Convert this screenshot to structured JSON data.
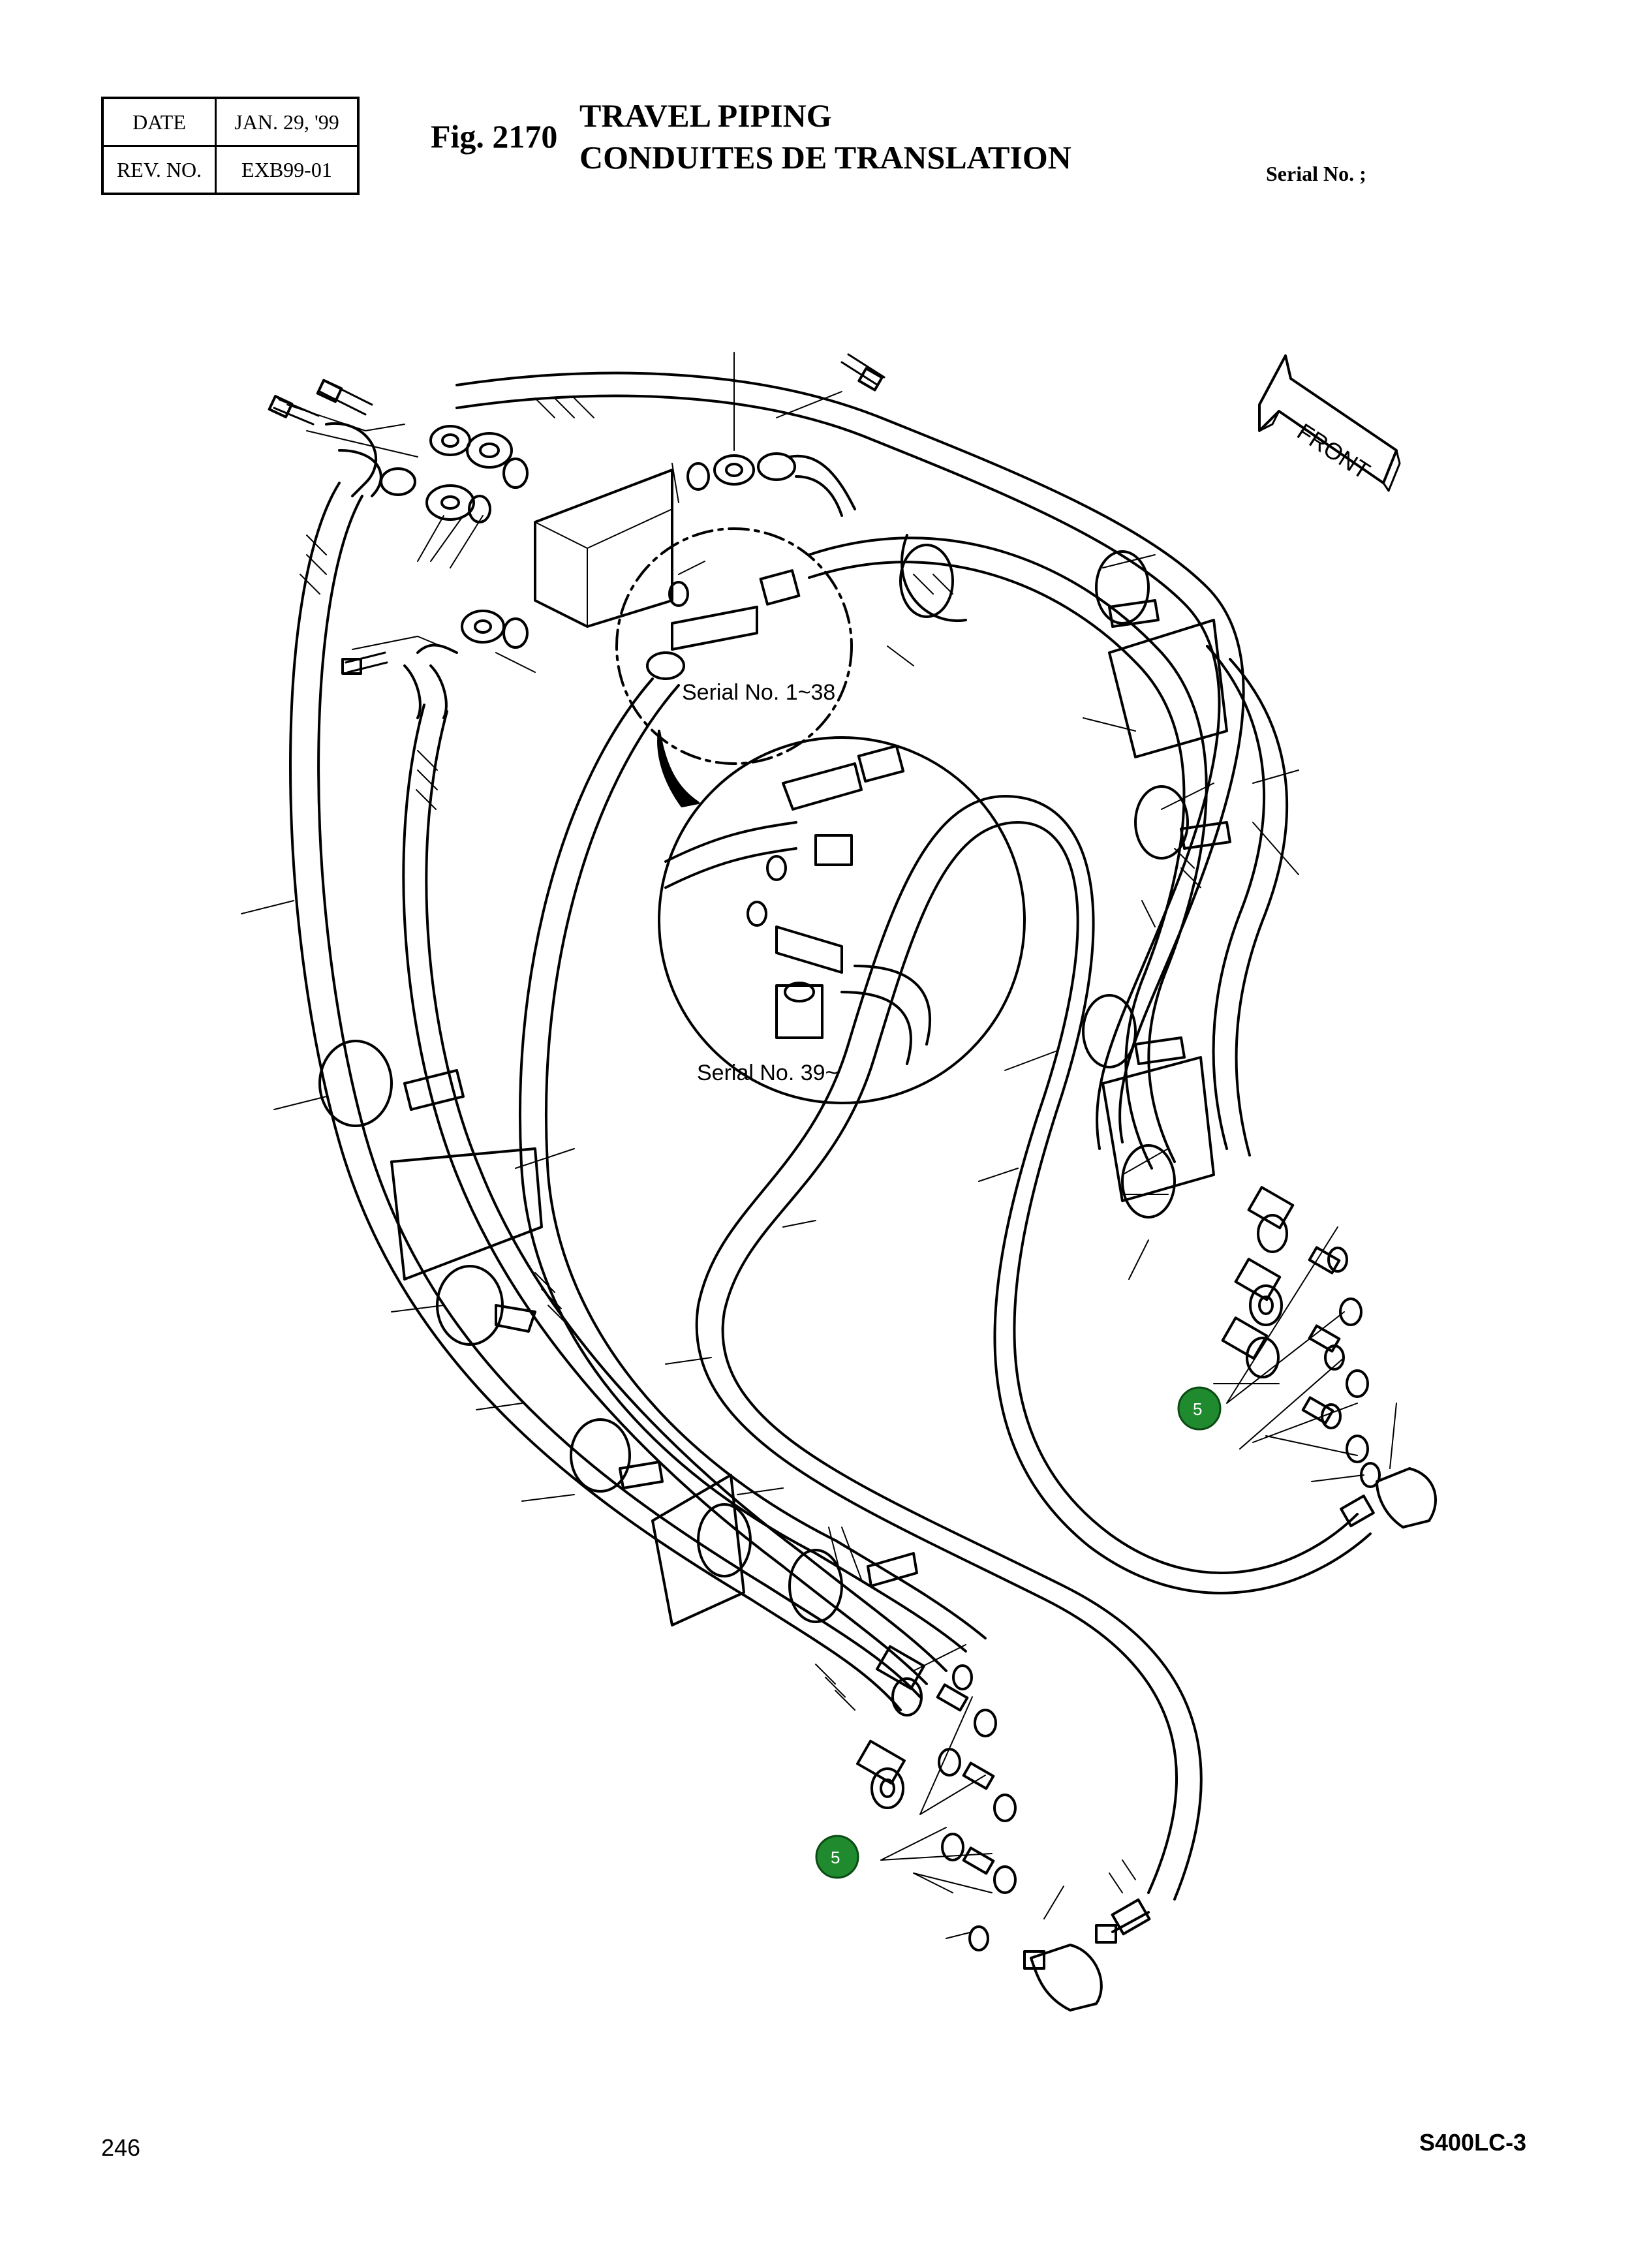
{
  "header": {
    "date_label": "DATE",
    "date_value": "JAN. 29, '99",
    "rev_label": "REV. NO.",
    "rev_value": "EXB99-01"
  },
  "figure": {
    "number": "Fig. 2170",
    "title_en": "TRAVEL PIPING",
    "title_fr": "CONDUITES DE TRANSLATION",
    "serial": "Serial No. ;"
  },
  "diagram": {
    "front_label": "FRONT",
    "inset_1_label": "Serial No. 1~38",
    "inset_2_label": "Serial No. 39~",
    "callouts": [
      "5",
      "5"
    ],
    "callout_color": "#1f8a2e"
  },
  "footer": {
    "page_number": "246",
    "model": "S400LC-3"
  }
}
